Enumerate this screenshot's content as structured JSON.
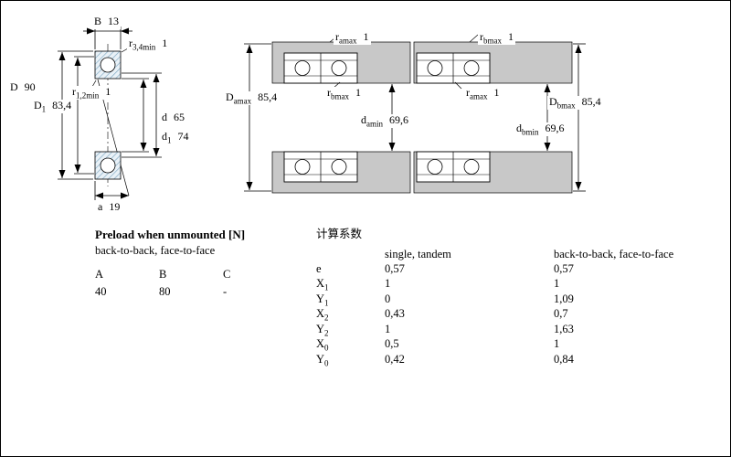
{
  "colors": {
    "hatch-line": "#7fa8c2",
    "hatch-bg": "#e9f1f7",
    "band-grey": "#c8c8c8",
    "line": "#000000"
  },
  "left_diagram": {
    "dims": {
      "B": {
        "sym": "B",
        "sub": "",
        "val": "13"
      },
      "r34": {
        "sym": "r",
        "sub": "3,4min",
        "val": "1"
      },
      "D": {
        "sym": "D",
        "sub": "",
        "val": "90"
      },
      "r12": {
        "sym": "r",
        "sub": "1,2min",
        "val": "1"
      },
      "D1": {
        "sym": "D",
        "sub": "1",
        "val": "83,4"
      },
      "d": {
        "sym": "d",
        "sub": "",
        "val": "65"
      },
      "d1": {
        "sym": "d",
        "sub": "1",
        "val": "74"
      },
      "a": {
        "sym": "a",
        "sub": "",
        "val": "19"
      }
    }
  },
  "middle_diagram": {
    "dims": {
      "ramax": {
        "sym": "r",
        "sub": "amax",
        "val": "1"
      },
      "Damax": {
        "sym": "D",
        "sub": "amax",
        "val": "85,4"
      },
      "rbmax": {
        "sym": "r",
        "sub": "bmax",
        "val": "1"
      },
      "damin": {
        "sym": "d",
        "sub": "amin",
        "val": "69,6"
      }
    }
  },
  "right_diagram": {
    "dims": {
      "rbmax": {
        "sym": "r",
        "sub": "bmax",
        "val": "1"
      },
      "ramax": {
        "sym": "r",
        "sub": "amax",
        "val": "1"
      },
      "Dbmax": {
        "sym": "D",
        "sub": "bmax",
        "val": "85,4"
      },
      "dbmin": {
        "sym": "d",
        "sub": "bmin",
        "val": "69,6"
      }
    }
  },
  "preload_table": {
    "title": "Preload when unmounted [N]",
    "subtitle": "back-to-back, face-to-face",
    "headers": [
      "A",
      "B",
      "C"
    ],
    "values": [
      "40",
      "80",
      "-"
    ]
  },
  "factors_table": {
    "title": "计算系数",
    "col1_header": "single, tandem",
    "col2_header": "back-to-back, face-to-face",
    "rows": [
      {
        "sym": "e",
        "sub": "",
        "v1": "0,57",
        "v2": "0,57"
      },
      {
        "sym": "X",
        "sub": "1",
        "v1": "1",
        "v2": "1"
      },
      {
        "sym": "Y",
        "sub": "1",
        "v1": "0",
        "v2": "1,09"
      },
      {
        "sym": "X",
        "sub": "2",
        "v1": "0,43",
        "v2": "0,7"
      },
      {
        "sym": "Y",
        "sub": "2",
        "v1": "1",
        "v2": "1,63"
      },
      {
        "sym": "X",
        "sub": "0",
        "v1": "0,5",
        "v2": "1"
      },
      {
        "sym": "Y",
        "sub": "0",
        "v1": "0,42",
        "v2": "0,84"
      }
    ]
  }
}
